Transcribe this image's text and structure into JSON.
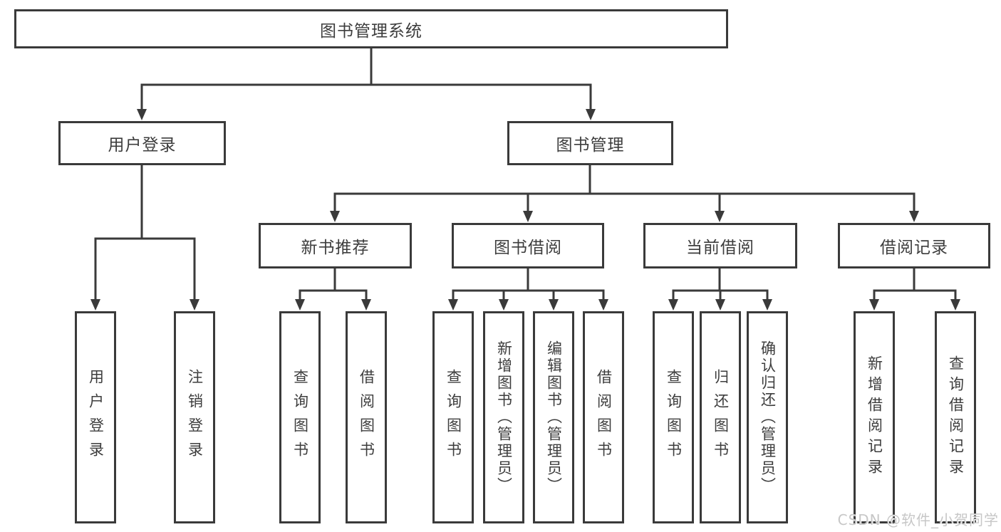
{
  "tree": {
    "root": {
      "label": "图书管理系统"
    },
    "branches": [
      {
        "label": "用户登录",
        "children": [
          {
            "label": "用户登录"
          },
          {
            "label": "注销登录"
          }
        ]
      },
      {
        "label": "图书管理",
        "children": [
          {
            "label": "新书推荐",
            "children": [
              {
                "label": "查询图书"
              },
              {
                "label": "借阅图书"
              }
            ]
          },
          {
            "label": "图书借阅",
            "children": [
              {
                "label": "查询图书"
              },
              {
                "label": "新增图书（管理员）"
              },
              {
                "label": "编辑图书（管理员）"
              },
              {
                "label": "借阅图书"
              }
            ]
          },
          {
            "label": "当前借阅",
            "children": [
              {
                "label": "查询图书"
              },
              {
                "label": "归还图书"
              },
              {
                "label": "确认归还（管理员）"
              }
            ]
          },
          {
            "label": "借阅记录",
            "children": [
              {
                "label": "新增借阅记录"
              },
              {
                "label": "查询借阅记录"
              }
            ]
          }
        ]
      }
    ]
  },
  "colors": {
    "line": "#3a3a3a",
    "text": "#3d3d3d",
    "watermark": "#c7c7c7",
    "background": "#ffffff"
  },
  "watermark": "CSDN @软件_小贺同学"
}
